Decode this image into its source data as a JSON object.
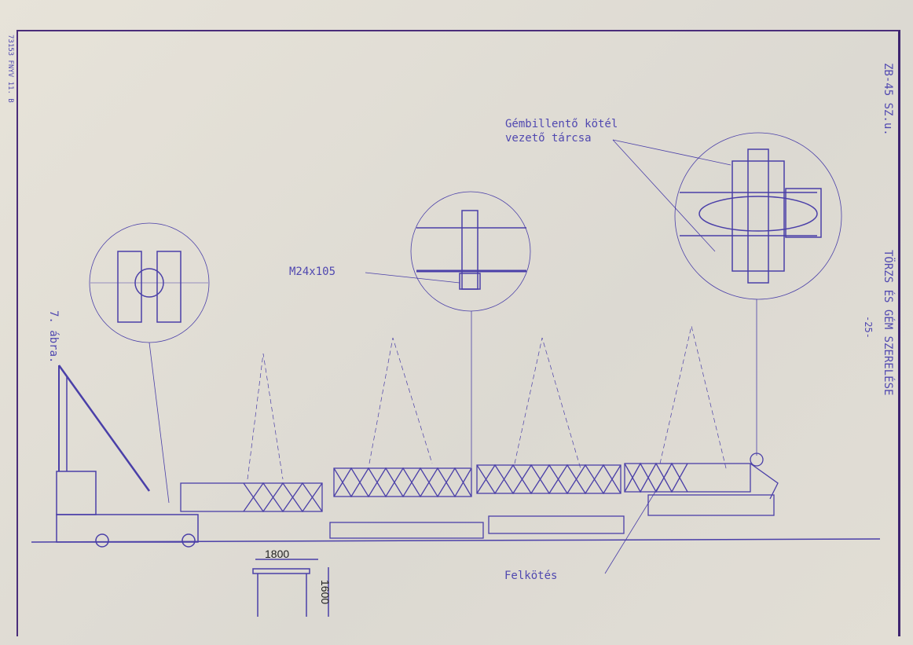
{
  "margin_code": "73153 FNYV 11. B",
  "doc_id": "ZB-45 SZ.u.",
  "title": "TÖRZS ÉS GÉM SZERELÉSE",
  "page_number": "-25-",
  "figure_label": "7. ábra.",
  "callout_pulley": [
    "Gémbillentő kötél",
    "vezető tárcsa"
  ],
  "callout_bolt": "M24x105",
  "dim_width": "1800",
  "dim_height": "1600",
  "caption_bottom": "Felkötés",
  "colors": {
    "ink": "#4a3fa8",
    "frame": "#4a2d7a",
    "paper": "#e4e0d6"
  }
}
